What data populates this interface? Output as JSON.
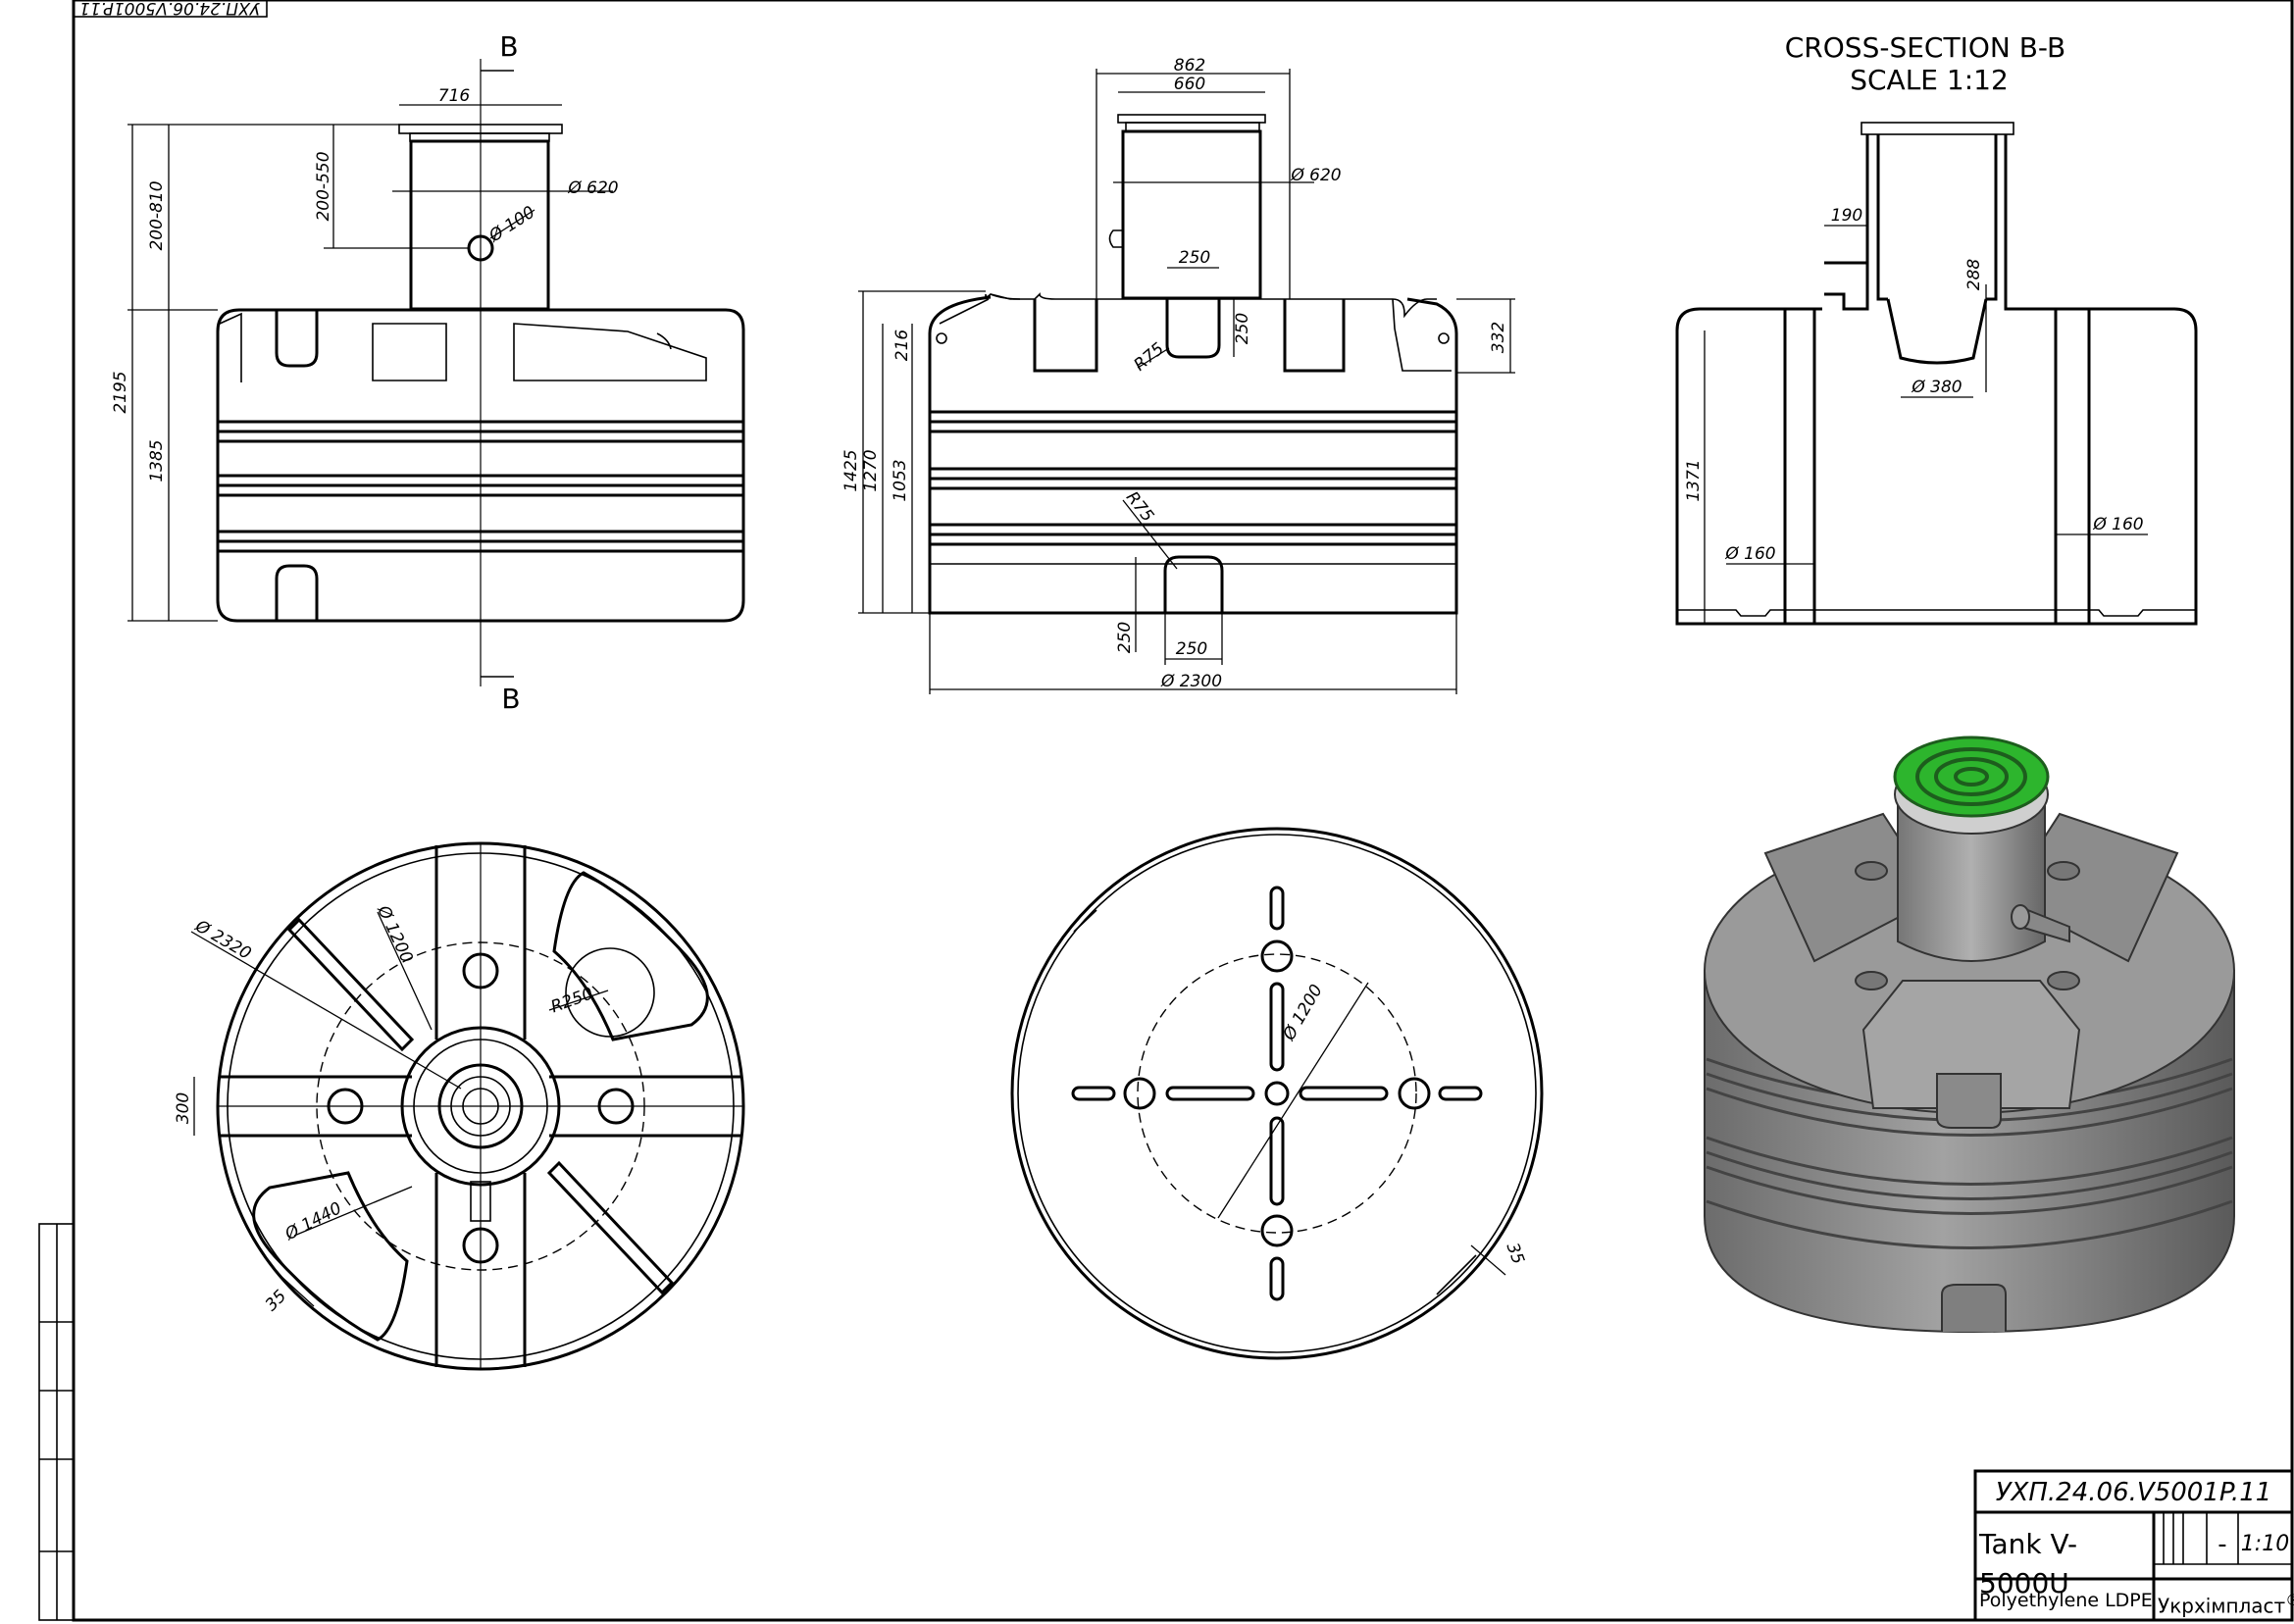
{
  "corner_stamp": "УХП.24.06.V5001P.11",
  "section": {
    "mark_top": "B",
    "mark_bottom": "B",
    "title": "CROSS-SECTION B-B",
    "scale": "SCALE 1:12"
  },
  "front_view": {
    "d716": "716",
    "d200_550": "200-550",
    "d620": "Ø 620",
    "d100": "Ø 100",
    "d200_810": "200-810",
    "d2195": "2195",
    "d1385": "1385"
  },
  "side_view": {
    "d862": "862",
    "d660": "660",
    "d620": "Ø 620",
    "d250_top": "250",
    "d250_v": "250",
    "r75_top": "R75",
    "d216": "216",
    "d332": "332",
    "d1425": "1425",
    "d1270": "1270",
    "d1053": "1053",
    "r75_mid": "R75",
    "d250_bottom_v": "250",
    "d250_bottom_h": "250",
    "d2300": "Ø 2300"
  },
  "cross_section": {
    "d190": "190",
    "d288": "288",
    "d380": "Ø 380",
    "d1371": "1371",
    "d160_left": "Ø 160",
    "d160_right": "Ø 160"
  },
  "top_view": {
    "d2320": "Ø 2320",
    "d1200": "Ø 1200",
    "r250": "R250",
    "d300": "300",
    "d1440": "Ø 1440",
    "d35": "35"
  },
  "bottom_view": {
    "d1200": "Ø 1200",
    "d35": "35"
  },
  "colors": {
    "lid": "#2db52d",
    "tank_body": "#8a8a8a"
  },
  "title_block": {
    "code": "УХП.24.06.V5001P.11",
    "name": "Tank V-5000U",
    "dash": "-",
    "scale": "1:10",
    "material": "Polyethylene LDPE",
    "company": "Укрхімпласт",
    "registered": "®"
  }
}
